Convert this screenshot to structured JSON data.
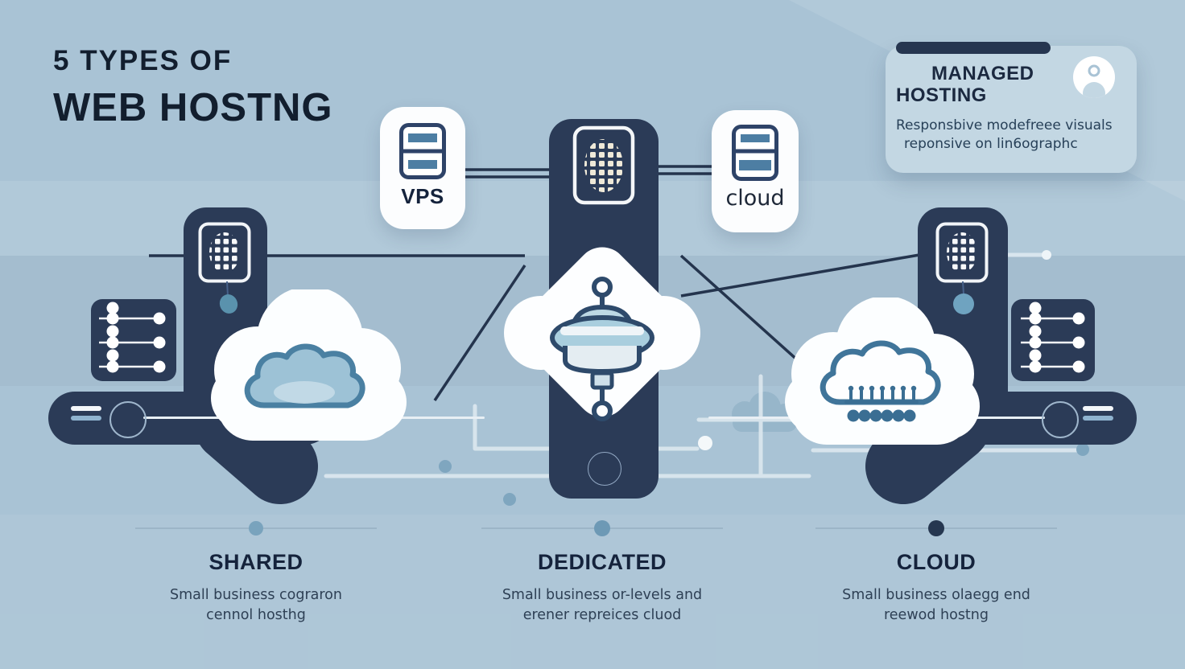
{
  "title": {
    "line1": "5 TYPES OF",
    "line2": "WEB HOSTNG"
  },
  "managed_card": {
    "title_line1": "MANAGED",
    "title_line2": "HOSTING",
    "desc_line1": "Responsbive modefreee visuals",
    "desc_line2": "reponsive on lin6ographc"
  },
  "nodes": {
    "vps_label": "VPS",
    "cloud_label": "cloud"
  },
  "sections": [
    {
      "heading": "SHARED",
      "desc_line1": "Small business cograron",
      "desc_line2": "cennol hosthg",
      "dot_color": "#79a3bd"
    },
    {
      "heading": "DEDICATED",
      "desc_line1": "Small business or-levels and",
      "desc_line2": "erener repreices cluod",
      "dot_color": "#6d99b5"
    },
    {
      "heading": "CLOUD",
      "desc_line1": "Small business olaegg end",
      "desc_line2": "reewod hostng",
      "dot_color": "#263750"
    }
  ],
  "icons": [
    "server-icon",
    "dot-matrix-icon",
    "load-balancer-icon",
    "cloud-icon",
    "rain-cloud-icon",
    "user-avatar-icon",
    "slider-panel-icon"
  ],
  "colors": {
    "background": "#a9c3d5",
    "navy": "#2b3b57",
    "steel": "#4d7ea3",
    "line_dark": "#24344d",
    "white": "#ffffff"
  }
}
